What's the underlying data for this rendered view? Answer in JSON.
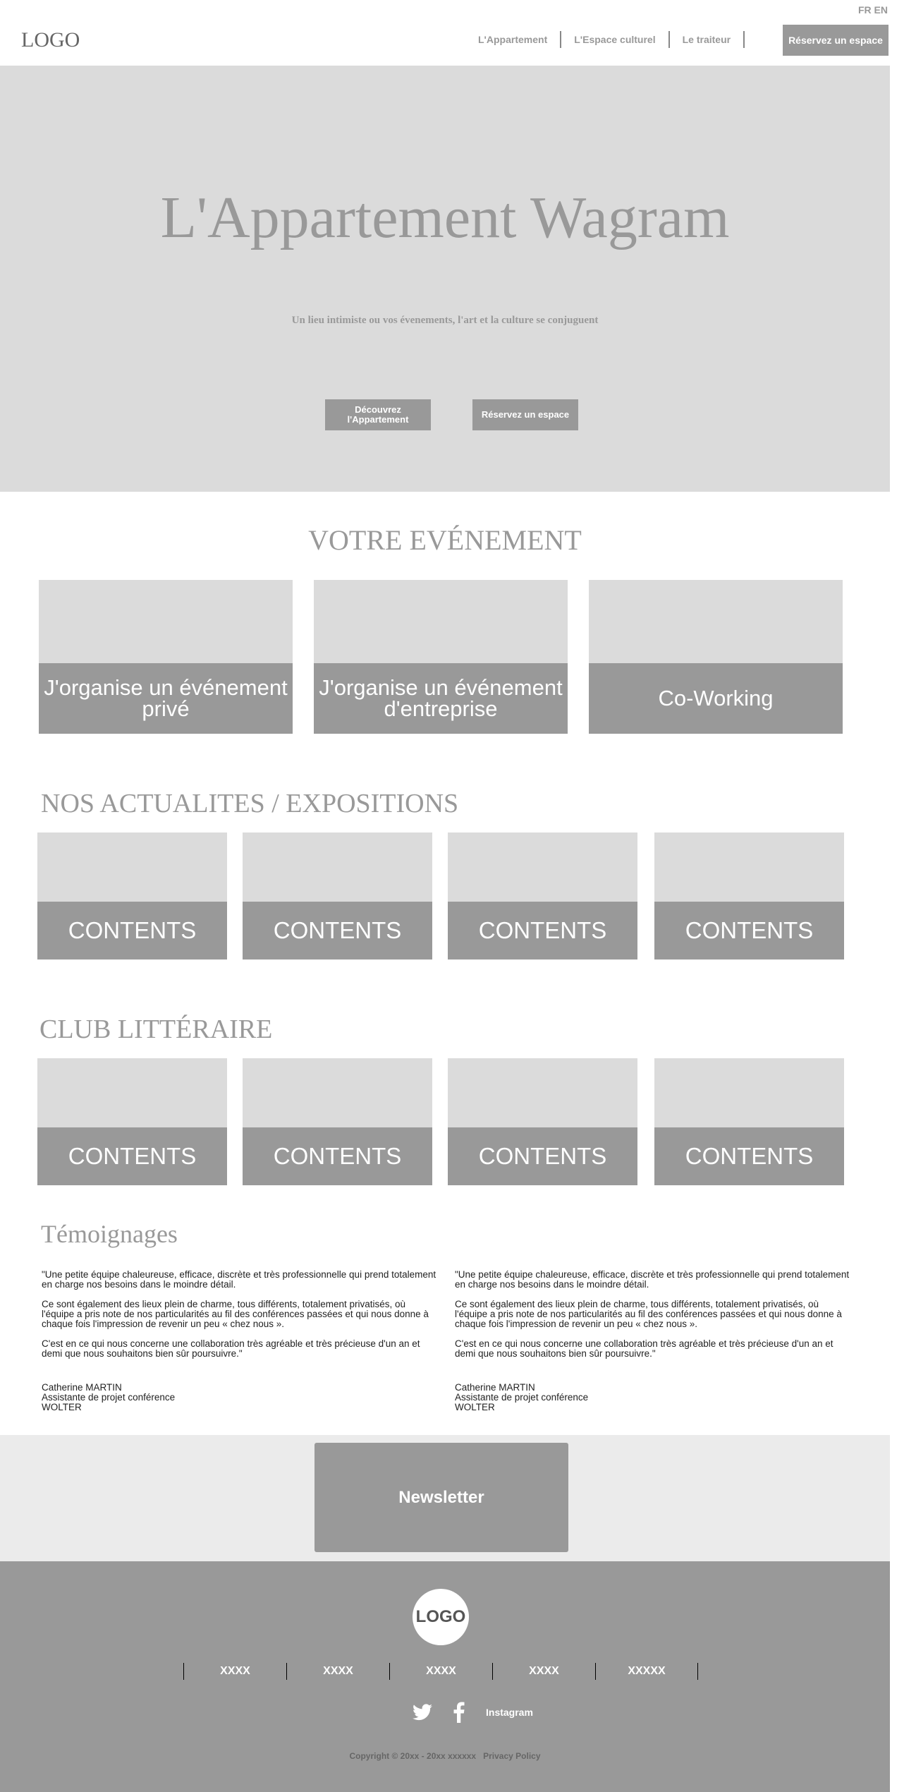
{
  "header": {
    "lang": "FR EN",
    "logo": "LOGO",
    "nav": [
      "L'Appartement",
      "L'Espace culturel",
      "Le traiteur"
    ],
    "cta": "Réservez un espace"
  },
  "hero": {
    "title": "L'Appartement Wagram",
    "subtitle": "Un lieu intimiste ou vos évenements, l'art et la culture se conjuguent",
    "btn1": "Découvrez l'Appartement",
    "btn2": "Réservez un espace"
  },
  "events": {
    "title": "VOTRE EVÉNEMENT",
    "cards": [
      "J'organise un événement privé",
      "J'organise un événement d'entreprise",
      "Co-Working"
    ]
  },
  "news": {
    "title": "NOS ACTUALITES / EXPOSITIONS",
    "cards": [
      "CONTENTS",
      "CONTENTS",
      "CONTENTS",
      "CONTENTS"
    ]
  },
  "club": {
    "title": "CLUB LITTÉRAIRE",
    "cards": [
      "CONTENTS",
      "CONTENTS",
      "CONTENTS",
      "CONTENTS"
    ]
  },
  "testimonials": {
    "title": "Témoignages",
    "items": [
      {
        "p1": "\"Une petite équipe chaleureuse, efficace, discrète et très professionnelle qui prend totalement en charge nos besoins dans le moindre détail.",
        "p2": "Ce sont également des lieux plein de charme, tous différents, totalement privatisés, où l'équipe a pris note de nos particularités au fil des conférences passées et qui nous donne à chaque fois l'impression de revenir un peu « chez nous ».",
        "p3": "C'est en ce qui nous concerne une collaboration très agréable et très précieuse d'un an et demi que nous souhaitons bien sûr poursuivre.\"",
        "name": "Catherine MARTIN",
        "role": "Assistante de projet conférence",
        "company": "WOLTER"
      },
      {
        "p1": "\"Une petite équipe chaleureuse, efficace, discrète et très professionnelle qui prend totalement en charge nos besoins dans le moindre détail.",
        "p2": "Ce sont également des lieux plein de charme, tous différents, totalement privatisés, où l'équipe a pris note de nos particularités au fil des conférences passées et qui nous donne à chaque fois l'impression de revenir un peu « chez nous ».",
        "p3": "C'est en ce qui nous concerne une collaboration très agréable et très précieuse d'un an et demi que nous souhaitons bien sûr poursuivre.\"",
        "name": "Catherine MARTIN",
        "role": "Assistante de projet conférence",
        "company": "WOLTER"
      }
    ]
  },
  "newsletter": "Newsletter",
  "footer": {
    "logo": "LOGO",
    "links": [
      "XXXX",
      "XXXX",
      "XXXX",
      "XXXX",
      "XXXXX"
    ],
    "instagram": "Instagram",
    "copyright": "Copyright © 20xx - 20xx xxxxxx",
    "privacy": "Privacy Policy"
  }
}
